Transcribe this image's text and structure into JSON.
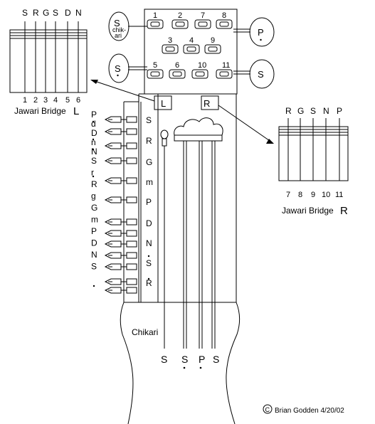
{
  "left_bridge": {
    "top_notes": [
      "S",
      "R",
      "G",
      "S",
      "D",
      "N"
    ],
    "bottom_numbers": [
      "1",
      "2",
      "3",
      "4",
      "5",
      "6"
    ],
    "caption": "Jawari Bridge",
    "caption_letter": "L"
  },
  "right_bridge": {
    "top_notes": [
      "R",
      "G",
      "S",
      "N",
      "P"
    ],
    "bottom_numbers": [
      "7",
      "8",
      "9",
      "10",
      "11"
    ],
    "caption": "Jawari Bridge",
    "caption_letter": "R"
  },
  "peg_box": {
    "pegs_top": [
      "1",
      "2",
      "7",
      "8"
    ],
    "pegs_mid": [
      "3",
      "4",
      "9"
    ],
    "pegs_bottom": [
      "5",
      "6",
      "10",
      "11"
    ],
    "circle_chikari_main": "S",
    "circle_chikari_sub1": "chik-",
    "circle_chikari_sub2": "ari",
    "circle_left_low": "S",
    "circle_right_top": "P",
    "circle_right_low": "S"
  },
  "labels": {
    "left_box": "L",
    "right_box": "R",
    "chikari": "Chikari",
    "copyright": "Brian Godden 4/20/02"
  },
  "fret_notes": [
    "S",
    "R",
    "G",
    "m",
    "P",
    "D",
    "N",
    "S",
    "R"
  ],
  "taraf_notes": [
    "P",
    "d",
    "D",
    "n",
    "N",
    "S",
    "r",
    "R",
    "g",
    "G",
    "m",
    "P",
    "D",
    "N",
    "S"
  ],
  "main_string_notes": [
    "S",
    "S",
    "P",
    "S"
  ]
}
